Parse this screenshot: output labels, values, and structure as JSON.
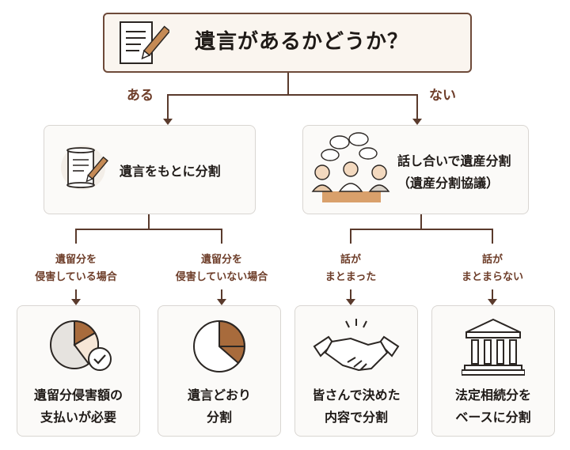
{
  "root": {
    "title": "遺言があるかどうか？",
    "icon": "document-pen-icon"
  },
  "branches": {
    "yes_label": "ある",
    "no_label": "ない"
  },
  "yes_node": {
    "text": "遺言をもとに分割",
    "icon": "scroll-pen-icon"
  },
  "no_node": {
    "line1": "話し合いで遺産分割",
    "line2": "（遺産分割協議）",
    "icon": "people-discussion-icon"
  },
  "conditions": [
    {
      "line1": "遺留分を",
      "line2": "侵害している場合"
    },
    {
      "line1": "遺留分を",
      "line2": "侵害していない場合"
    },
    {
      "line1": "話が",
      "line2": "まとまった"
    },
    {
      "line1": "話が",
      "line2": "まとまらない"
    }
  ],
  "leaves": [
    {
      "line1": "遺留分侵害額の",
      "line2": "支払いが必要",
      "icon": "pie-check-icon"
    },
    {
      "line1": "遺言どおり",
      "line2": "分割",
      "icon": "pie-chart-icon"
    },
    {
      "line1": "皆さんで決めた",
      "line2": "内容で分割",
      "icon": "handshake-icon"
    },
    {
      "line1": "法定相続分を",
      "line2": "ベースに分割",
      "icon": "courthouse-icon"
    }
  ],
  "colors": {
    "accent": "#6e3e2a",
    "pie_fill": "#a86b3c",
    "line": "#5a3a2c"
  }
}
